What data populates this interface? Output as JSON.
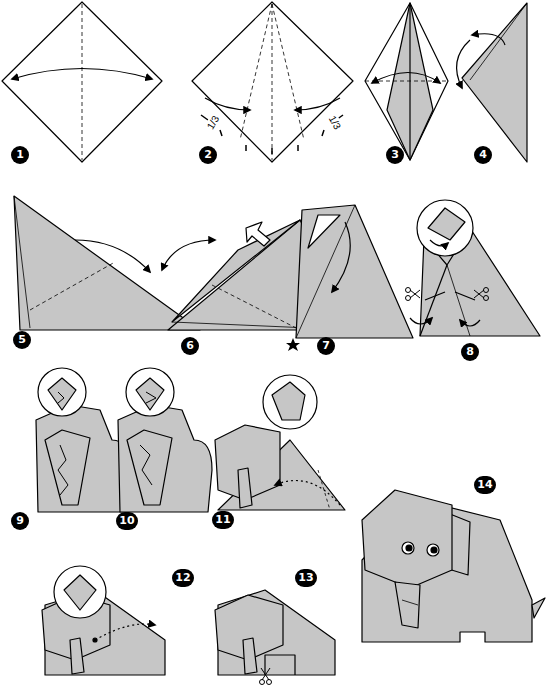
{
  "diagram": {
    "labels": [
      "1",
      "1/3",
      "1/3",
      "2",
      "3",
      "4",
      "5",
      "6",
      "7",
      "8",
      "9",
      "10",
      "11",
      "12",
      "13",
      "14"
    ]
  }
}
